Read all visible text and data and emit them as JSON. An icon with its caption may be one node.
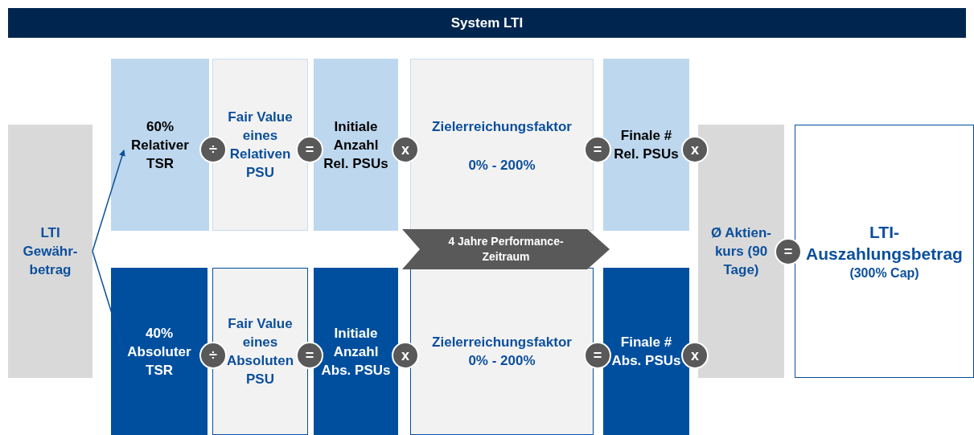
{
  "diagram": {
    "title": "System LTI",
    "nodes": [
      {
        "text": [
          "LTI Gewähr-betrag"
        ]
      },
      {
        "text": [
          "60% Relativer TSR"
        ]
      },
      {
        "text": [
          "÷"
        ]
      },
      {
        "text": [
          "Fair Value eines Relativen PSU"
        ]
      },
      {
        "text": [
          "="
        ]
      },
      {
        "text": [
          "Initiale Anzahl Rel. PSUs"
        ]
      },
      {
        "text": [
          "x"
        ]
      },
      {
        "text": [
          "Zielerreichungsfaktor",
          "0%  - 200%"
        ]
      },
      {
        "text": [
          "="
        ]
      },
      {
        "text": [
          "Finale # Rel. PSUs"
        ]
      },
      {
        "text": [
          "x"
        ]
      },
      {
        "text": [
          "4 Jahre Performance-Zeitraum"
        ]
      },
      {
        "text": [
          "Ø Aktien-kurs (90 Tage)"
        ]
      },
      {
        "text": [
          "="
        ]
      },
      {
        "text": [
          "LTI-Auszahlungsbetrag",
          "(300%  Cap)"
        ]
      },
      {
        "text": [
          "40% Absoluter TSR"
        ]
      },
      {
        "text": [
          "÷"
        ]
      },
      {
        "text": [
          "Fair Value eines Absoluten PSU"
        ]
      },
      {
        "text": [
          "="
        ]
      },
      {
        "text": [
          "Initiale Anzahl Abs. PSUs"
        ]
      },
      {
        "text": [
          "x"
        ]
      },
      {
        "text": [
          "Zielerreichungsfaktor",
          "0%  - 200%"
        ]
      },
      {
        "text": [
          "="
        ]
      },
      {
        "text": [
          "Finale # Abs. PSUs"
        ]
      },
      {
        "text": [
          "x"
        ]
      }
    ],
    "edges": [
      {
        "from": 0,
        "to": 1,
        "arrow": "to"
      },
      {
        "from": 0,
        "to": 15,
        "arrow": "to"
      }
    ]
  }
}
